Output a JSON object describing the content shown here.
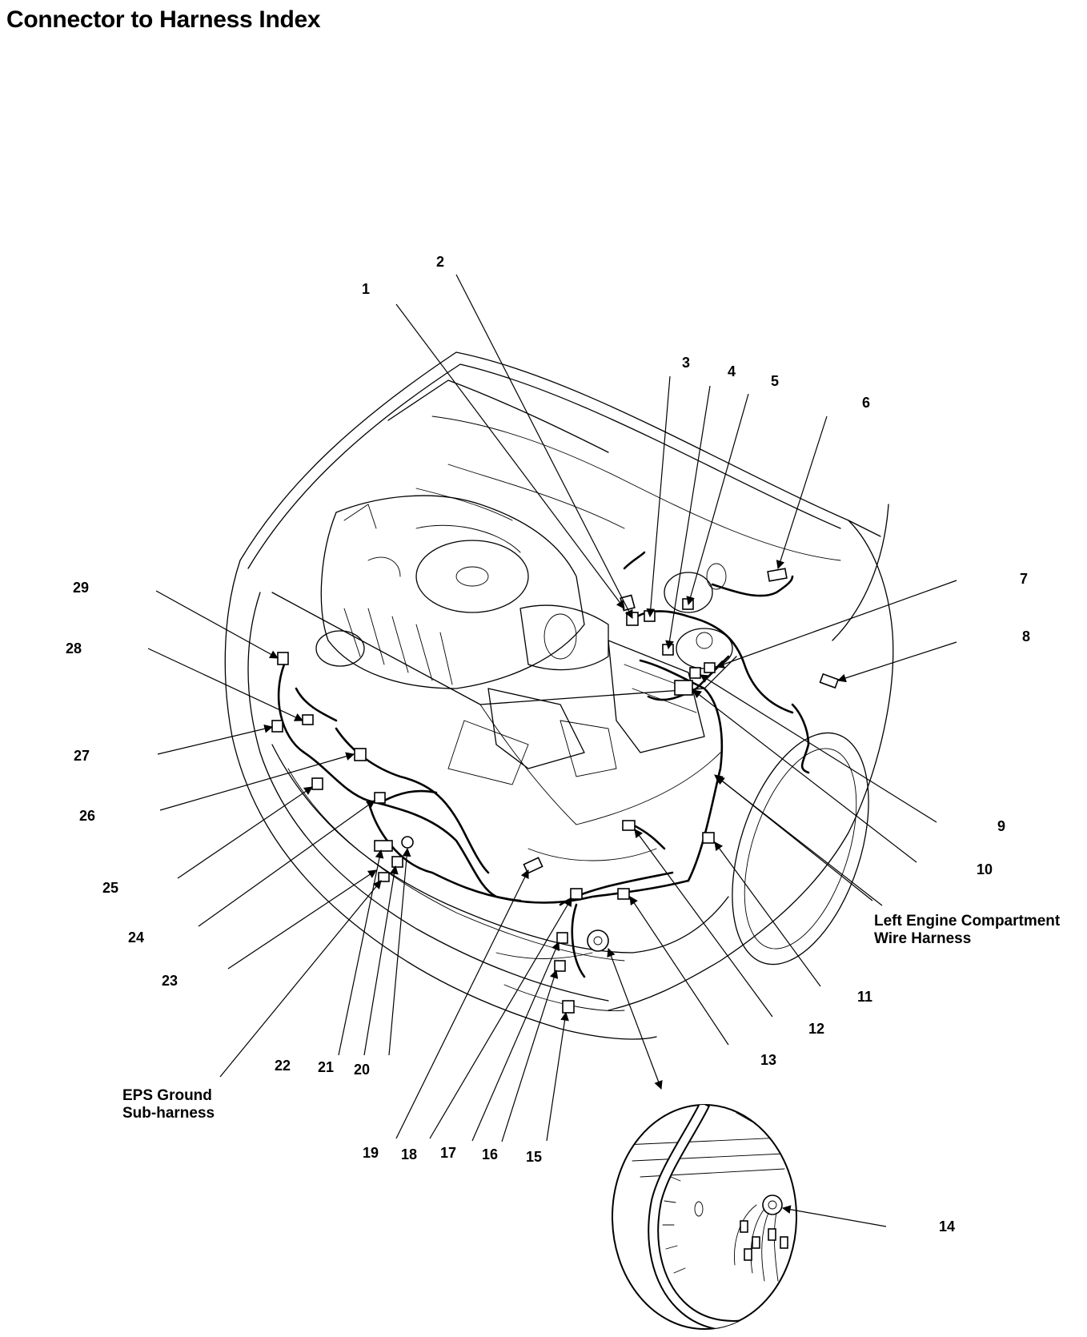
{
  "title": "Connector to Harness Index",
  "callouts": {
    "c1": "1",
    "c2": "2",
    "c3": "3",
    "c4": "4",
    "c5": "5",
    "c6": "6",
    "c7": "7",
    "c8": "8",
    "c9": "9",
    "c10": "10",
    "c11": "11",
    "c12": "12",
    "c13": "13",
    "c14": "14",
    "c15": "15",
    "c16": "16",
    "c17": "17",
    "c18": "18",
    "c19": "19",
    "c20": "20",
    "c21": "21",
    "c22": "22",
    "c23": "23",
    "c24": "24",
    "c25": "25",
    "c26": "26",
    "c27": "27",
    "c28": "28",
    "c29": "29"
  },
  "labels": {
    "left_harness_line1": "Left Engine Compartment",
    "left_harness_line2": "Wire Harness",
    "eps_line1": "EPS Ground",
    "eps_line2": "Sub-harness"
  }
}
